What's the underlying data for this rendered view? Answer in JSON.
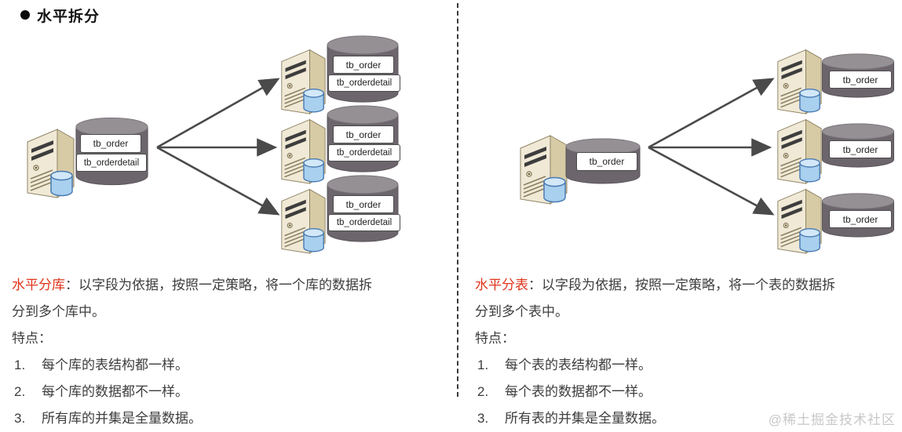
{
  "title": "水平拆分",
  "watermark": "@稀土掘金技术社区",
  "colors": {
    "accent_red": "#e0341b",
    "arrow": "#4a4a4a",
    "cylinder_body": "#6c666c",
    "cylinder_top": "#949094",
    "server_front": "#f0e9d6",
    "server_side": "#d7cba6",
    "watermark_gray": "#c8c8c8"
  },
  "left": {
    "diagram": {
      "source": {
        "tables": [
          "tb_order",
          "tb_orderdetail"
        ]
      },
      "targets": [
        {
          "tables": [
            "tb_order",
            "tb_orderdetail"
          ]
        },
        {
          "tables": [
            "tb_order",
            "tb_orderdetail"
          ]
        },
        {
          "tables": [
            "tb_order",
            "tb_orderdetail"
          ]
        }
      ]
    },
    "text": {
      "term": "水平分库",
      "desc1": "：以字段为依据，按照一定策略，将一个库的数据拆",
      "desc2": "分到多个库中。",
      "features_label": "特点：",
      "items": [
        {
          "num": "1.",
          "text": "每个库的表结构都一样。"
        },
        {
          "num": "2.",
          "text": "每个库的数据都不一样。"
        },
        {
          "num": "3.",
          "text": "所有库的并集是全量数据。"
        }
      ]
    }
  },
  "right": {
    "diagram": {
      "source": {
        "tables": [
          "tb_order"
        ]
      },
      "targets": [
        {
          "tables": [
            "tb_order"
          ]
        },
        {
          "tables": [
            "tb_order"
          ]
        },
        {
          "tables": [
            "tb_order"
          ]
        }
      ]
    },
    "text": {
      "term": "水平分表",
      "desc1": "：以字段为依据，按照一定策略，将一个表的数据拆",
      "desc2": "分到多个表中。",
      "features_label": "特点：",
      "items": [
        {
          "num": "1.",
          "text": "每个表的表结构都一样。"
        },
        {
          "num": "2.",
          "text": "每个表的数据都不一样。"
        },
        {
          "num": "3.",
          "text": "所有表的并集是全量数据。"
        }
      ]
    }
  }
}
